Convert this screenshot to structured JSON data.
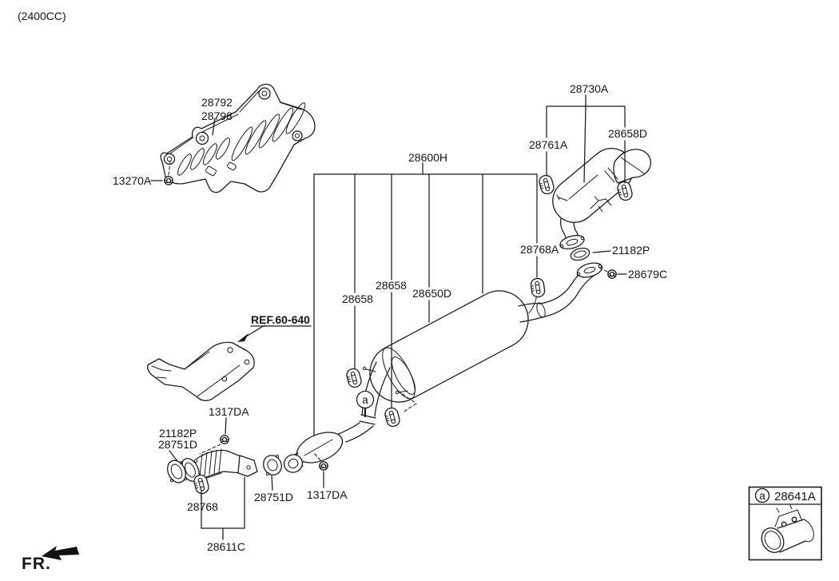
{
  "header": {
    "engine_variant": "(2400CC)"
  },
  "diagram": {
    "ref_link": "REF.60-640",
    "marker_letter": "a",
    "front_indicator": "FR."
  },
  "legend": {
    "marker_letter": "a",
    "part_number": "28641A"
  },
  "parts": {
    "heat_protector_upper": "28792",
    "heat_protector_upper_alt": "28798",
    "bolt_heat_protector": "13270A",
    "rear_muffler_assy": "28730A",
    "hanger_rubber_rear": "28761A",
    "hanger_rubber_tail": "28658D",
    "muffler_exhaust_kit": "28600H",
    "hanger_rubber_center_1": "28658",
    "hanger_rubber_center_2": "28658",
    "center_muffler": "28650D",
    "hanger_rubber_outlet": "28768A",
    "gasket_rear": "21182P",
    "bolt_flange_rear": "28679C",
    "nut_flange_front": "1317DA",
    "gasket_front": "21182P",
    "gasket_front_alt": "28751D",
    "hanger_bracket_front": "28768",
    "gasket_center": "28751D",
    "nut_flange_center": "1317DA",
    "front_exhaust_pipe": "28611C"
  }
}
